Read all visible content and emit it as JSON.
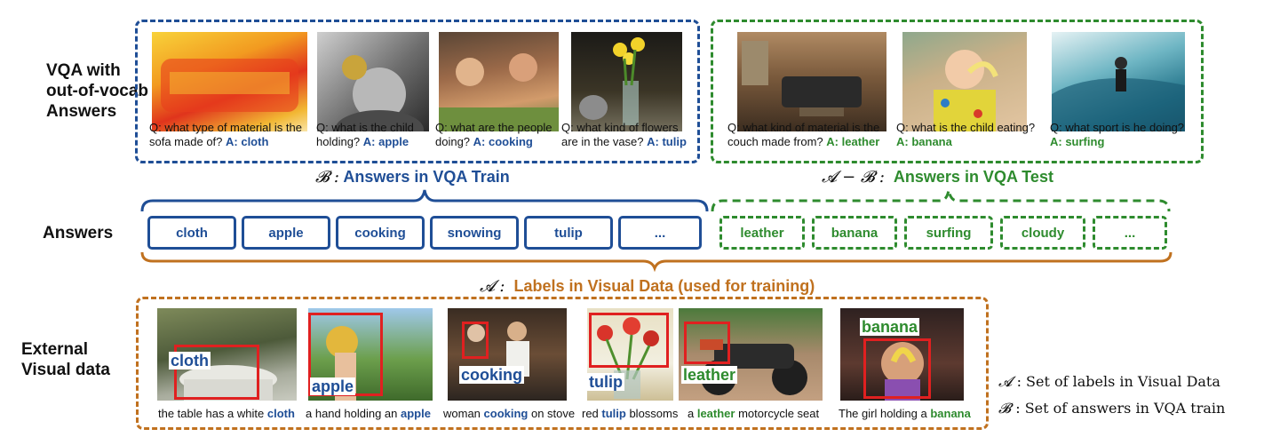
{
  "rows": {
    "vqa_label": "VQA with out-of-vocab Answers",
    "answers_label": "Answers",
    "external_label": "External Visual data"
  },
  "vqa_train": [
    {
      "question": "Q: what type of material is the sofa made of?",
      "answer": "A: cloth"
    },
    {
      "question": "Q: what is the child holding?",
      "answer": "A: apple"
    },
    {
      "question": "Q: what are the people doing?",
      "answer": "A: cooking"
    },
    {
      "question": "Q: what kind of flowers are in the vase?",
      "answer": "A: tulip"
    }
  ],
  "vqa_test": [
    {
      "question": "Q: what kind of material is the couch made from?",
      "answer": "A: leather"
    },
    {
      "question": "Q: what is the child eating?",
      "answer": "A: banana"
    },
    {
      "question": "Q: what sport is he doing?",
      "answer": "A: surfing"
    }
  ],
  "sets": {
    "b_symbol": "𝓑",
    "b_sep": ":",
    "b_title": "Answers in VQA Train",
    "ab_symbol": "𝓐 − 𝓑",
    "ab_sep": ":",
    "ab_title": "Answers in VQA Test",
    "a_symbol": "𝓐",
    "a_sep": ":",
    "a_title": "Labels in Visual Data (used for training)"
  },
  "train_answers": [
    "cloth",
    "apple",
    "cooking",
    "snowing",
    "tulip",
    "..."
  ],
  "test_answers": [
    "leather",
    "banana",
    "surfing",
    "cloudy",
    "..."
  ],
  "visual_data": [
    {
      "label": "cloth",
      "pre": "the table has a white ",
      "word": "cloth",
      "post": ""
    },
    {
      "label": "apple",
      "pre": "a hand holding an ",
      "word": "apple",
      "post": ""
    },
    {
      "label": "cooking",
      "pre": "woman ",
      "word": "cooking",
      "post": " on stove"
    },
    {
      "label": "tulip",
      "pre": "red ",
      "word": "tulip",
      "post": " blossoms"
    },
    {
      "label": "leather",
      "pre": "a ",
      "word": "leather",
      "post": " motorcycle seat"
    },
    {
      "label": "banana",
      "pre": "The girl holding a ",
      "word": "banana",
      "post": ""
    }
  ],
  "legend": {
    "a_symbol": "𝓐",
    "a_text": ": Set of labels in Visual Data",
    "b_symbol": "𝓑",
    "b_text": ": Set of answers in VQA train"
  },
  "colors": {
    "train": "#1f4e96",
    "test": "#2e8b2e",
    "visual": "#c0711f",
    "box": "#e02020"
  }
}
